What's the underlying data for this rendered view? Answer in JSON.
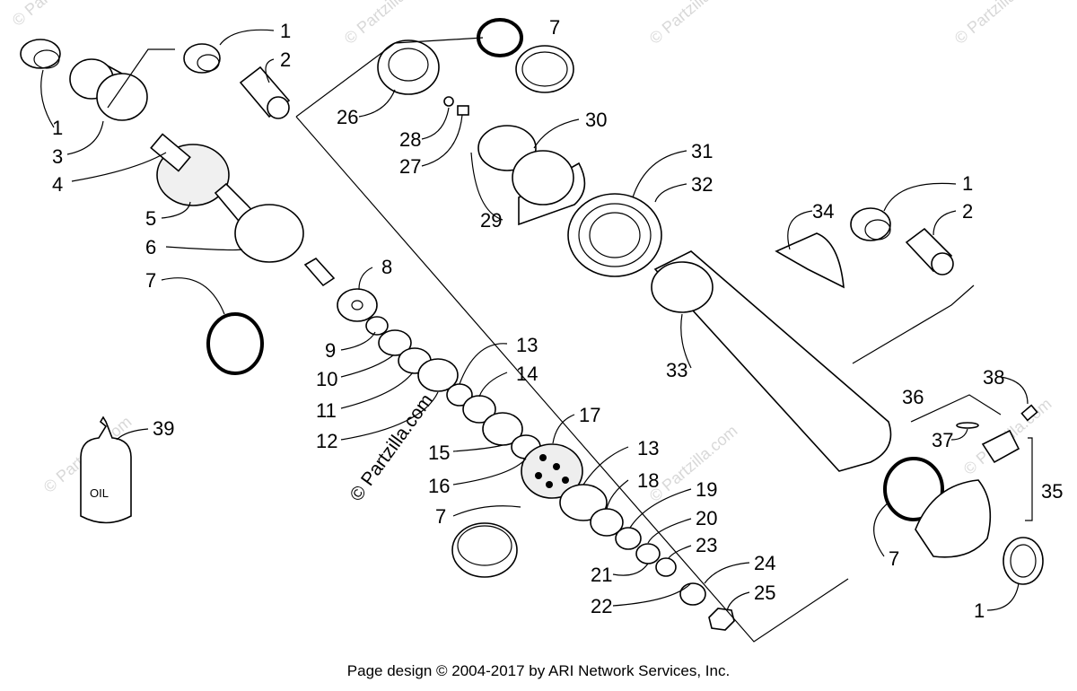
{
  "footer": "Page design © 2004-2017 by ARI Network Services, Inc.",
  "watermark": {
    "main": "© Partzilla.com",
    "faint": "© Partzilla.com"
  },
  "oil_label": "OIL",
  "callouts": {
    "c1a": "1",
    "c2a": "2",
    "c1b": "1",
    "c3": "3",
    "c4": "4",
    "c5": "5",
    "c6": "6",
    "c7a": "7",
    "c8": "8",
    "c9": "9",
    "c10": "10",
    "c11": "11",
    "c12": "12",
    "c13a": "13",
    "c14": "14",
    "c15": "15",
    "c16": "16",
    "c17": "17",
    "c13b": "13",
    "c18": "18",
    "c19": "19",
    "c20": "20",
    "c7b": "7",
    "c21": "21",
    "c22": "22",
    "c23": "23",
    "c24": "24",
    "c25": "25",
    "c7c": "7",
    "c26": "26",
    "c28": "28",
    "c27": "27",
    "c30": "30",
    "c29": "29",
    "c31": "31",
    "c32": "32",
    "c33": "33",
    "c34": "34",
    "c1c": "1",
    "c2c": "2",
    "c38": "38",
    "c36": "36",
    "c37": "37",
    "c35": "35",
    "c7d": "7",
    "c1d": "1",
    "c39": "39"
  }
}
